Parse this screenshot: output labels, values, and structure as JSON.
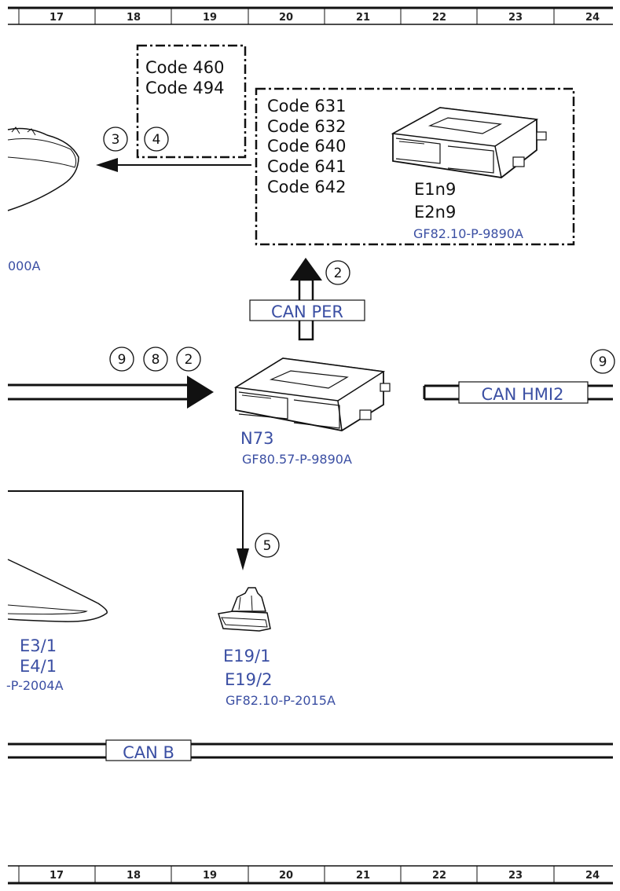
{
  "ruler": {
    "columns": [
      "17",
      "18",
      "19",
      "20",
      "21",
      "22",
      "23",
      "24"
    ]
  },
  "top_code_box": {
    "codes": [
      "Code 460",
      "Code 494"
    ]
  },
  "module_box": {
    "codes": [
      "Code 631",
      "Code 632",
      "Code 640",
      "Code 641",
      "Code 642"
    ],
    "designations": [
      "E1n9",
      "E2n9"
    ],
    "ref": "GF82.10-P-9890A"
  },
  "left_partial_ref": "000A",
  "callouts": {
    "arrow_left": [
      "3",
      "4"
    ],
    "can_per_arrow": "2",
    "bus_left": [
      "9",
      "8",
      "2"
    ],
    "bus_right": "9",
    "down_arrow": "5"
  },
  "buses": {
    "can_per": "CAN PER",
    "can_hmi2": "CAN HMI2",
    "can_b": "CAN B"
  },
  "n73": {
    "label": "N73",
    "ref": "GF80.57-P-9890A"
  },
  "headlamp": {
    "labels": [
      "E3/1",
      "E4/1"
    ],
    "ref": "-P-2004A"
  },
  "lamp": {
    "labels": [
      "E19/1",
      "E19/2"
    ],
    "ref": "GF82.10-P-2015A"
  },
  "colors": {
    "label_blue": "#3b4fa3",
    "line": "#111111"
  }
}
